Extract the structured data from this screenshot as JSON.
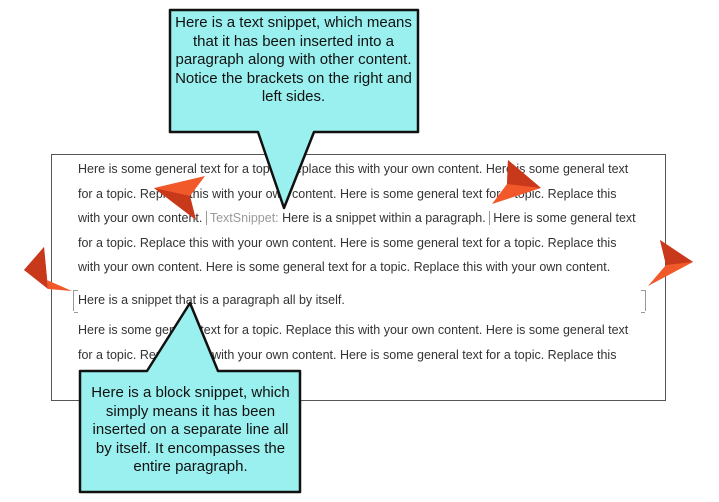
{
  "callout_top": {
    "text": "Here is a text snippet, which means that it has been inserted into a paragraph along with other content. Notice the brackets on the right and left sides."
  },
  "callout_bottom": {
    "text": "Here is a block snippet, which simply means it has been inserted on a separate line all by itself. It encompasses the entire paragraph."
  },
  "document": {
    "para1_part1": "Here is some general text for a topic. Replace this with your own content. Here is some general text for a topic. Replace this with your own content. Here is some general text for a topic. Replace this with your own content.",
    "inline_snippet_label": "TextSnippet:",
    "inline_snippet_text": " Here is a snippet within a paragraph.",
    "para1_part2": "Here is some general text for a topic. Replace this with your own content. Here is some general text for a topic. Replace this with your own content. Here is some general text for a topic. Replace this with your own content.",
    "block_snippet_text": "Here is a snippet that is a paragraph all by itself.",
    "para3": "Here is some general text for a topic. Replace this with your own content. Here is some general text for a topic. Replace this with your own content. Here is some general text for a topic. Replace this"
  },
  "colors": {
    "callout_fill": "#9af0ef",
    "callout_stroke": "#111111",
    "arrow_orange": "#f1592a",
    "arrow_dark": "#c8381b"
  }
}
